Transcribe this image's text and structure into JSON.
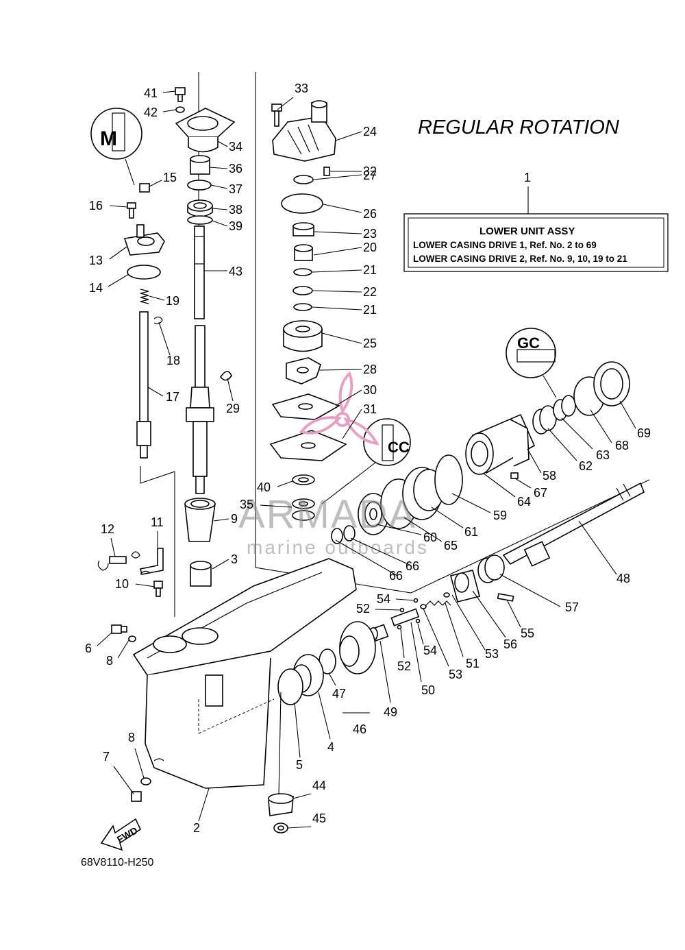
{
  "diagram": {
    "title": "REGULAR ROTATION",
    "drawing_code": "68V8110-H250",
    "fwd_label": "FWD",
    "assy_ref": "1",
    "assy_box": {
      "title": "LOWER UNIT ASSY",
      "lines": [
        "LOWER CASING DRIVE 1,  Ref. No. 2 to 69",
        "LOWER CASING DRIVE 2,  Ref. No. 9, 10, 19 to 21"
      ]
    },
    "callouts": [
      "2",
      "3",
      "4",
      "5",
      "6",
      "7",
      "8",
      "8",
      "9",
      "10",
      "11",
      "12",
      "13",
      "14",
      "15",
      "16",
      "17",
      "18",
      "19",
      "20",
      "21",
      "21",
      "22",
      "23",
      "24",
      "25",
      "26",
      "27",
      "28",
      "29",
      "30",
      "31",
      "32",
      "33",
      "34",
      "35",
      "36",
      "37",
      "38",
      "39",
      "40",
      "41",
      "42",
      "43",
      "44",
      "45",
      "46",
      "47",
      "48",
      "49",
      "50",
      "51",
      "52",
      "52",
      "53",
      "53",
      "54",
      "54",
      "55",
      "56",
      "57",
      "58",
      "59",
      "60",
      "61",
      "62",
      "63",
      "64",
      "65",
      "66",
      "66",
      "67",
      "68",
      "69"
    ]
  },
  "watermark": {
    "brand": "ARMADA",
    "tagline": "marine outboards",
    "accent": "#e6a0c4"
  },
  "colors": {
    "ink": "#000000",
    "background": "#ffffff"
  }
}
